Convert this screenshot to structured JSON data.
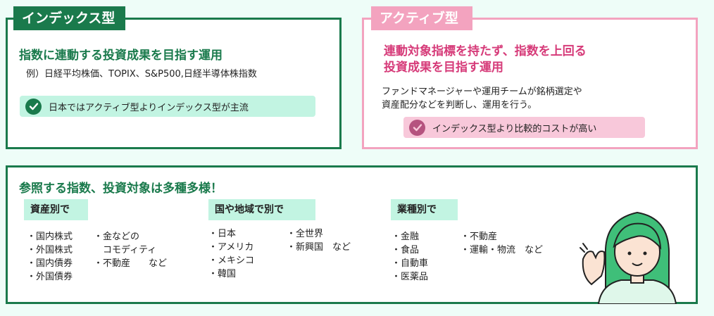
{
  "index_fund": {
    "tab_label": "インデックス型",
    "heading": "指数に連動する投資成果を目指す運用",
    "example": "例）日経平均株価、TOPIX、S&P500,日経半導体株指数",
    "note": "日本ではアクティブ型よりインデックス型が主流",
    "icon": "check-circle-icon"
  },
  "active_fund": {
    "tab_label": "アクティブ型",
    "heading_lines": [
      "連動対象指標を持たず、指数を上回る",
      "投資成果を目指す運用"
    ],
    "description_lines": [
      "ファンドマネージャーや運用チームが銘柄選定や",
      "資産配分などを判断し、運用を行う。"
    ],
    "note": "インデックス型より比較的コストが高い",
    "icon": "check-circle-icon"
  },
  "reference": {
    "heading": "参照する指数、投資対象は多種多様！",
    "categories": [
      {
        "label": "資産別で",
        "col1": [
          "・国内株式",
          "・外国株式",
          "・国内債券",
          "・外国債券"
        ],
        "col2": [
          "・金などの",
          "　コモディティ",
          "・不動産　　など"
        ]
      },
      {
        "label": "国や地域で別で",
        "col1": [
          "・日本",
          "・アメリカ",
          "・メキシコ",
          "・韓国"
        ],
        "col2": [
          "・全世界",
          "・新興国　など"
        ]
      },
      {
        "label": "業種別で",
        "col1": [
          "・金融",
          "・食品",
          "・自動車",
          "・医薬品"
        ],
        "col2": [
          "・不動産",
          "・運輸・物流　など"
        ]
      }
    ]
  },
  "colors": {
    "green": "#1a7a4c",
    "pink": "#f3a3bf",
    "magenta_text": "#d63b79",
    "mint": "#c2f4e2",
    "light_pink": "#f8c8da",
    "background": "#eefdf8"
  }
}
